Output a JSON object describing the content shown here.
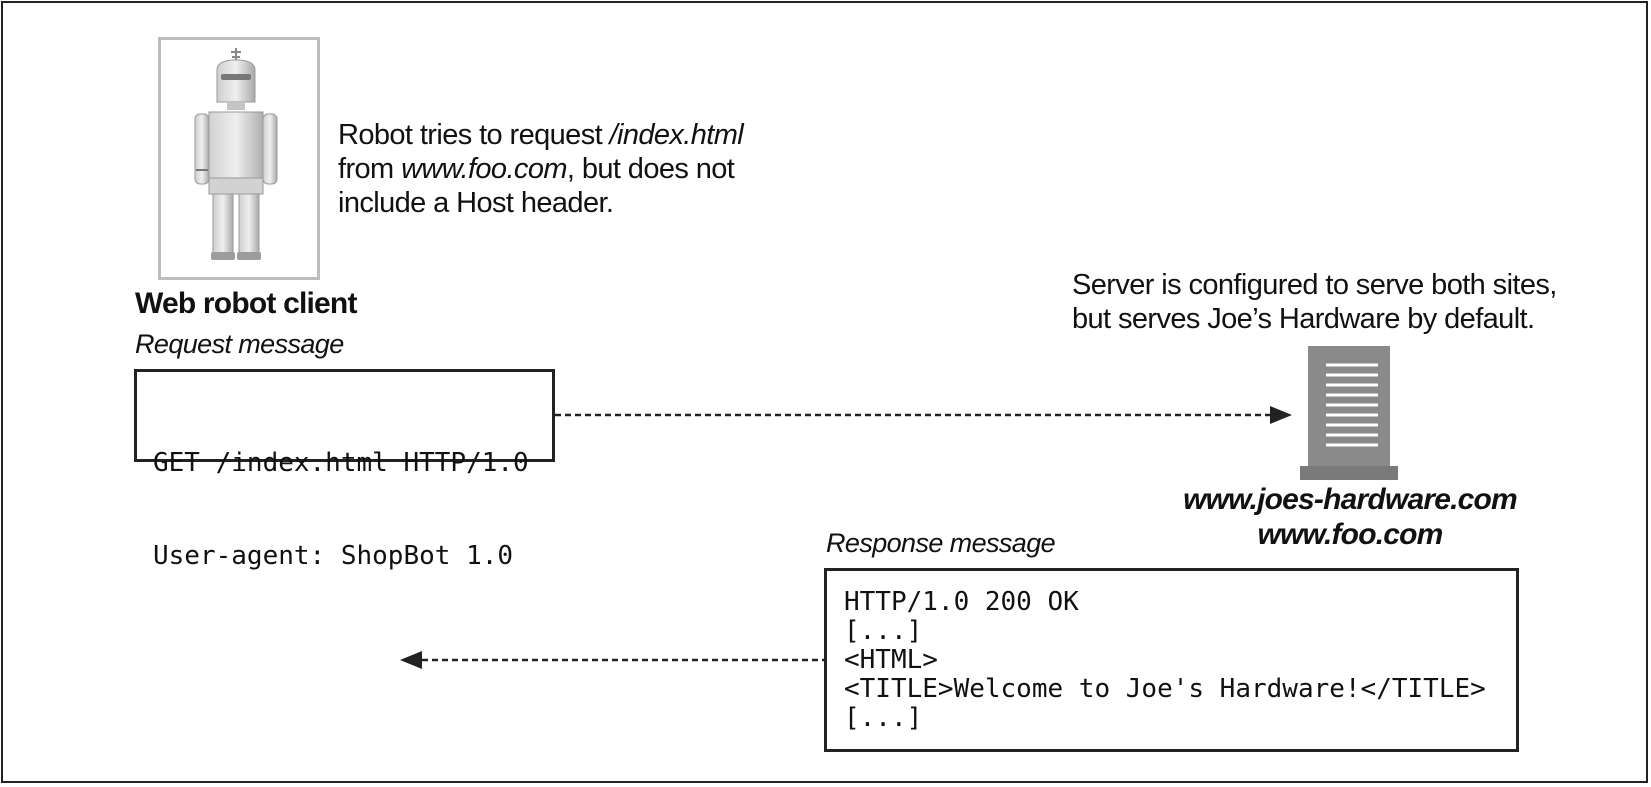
{
  "client": {
    "note_part1": "Robot tries to request ",
    "note_path": "/index.html",
    "note_part2": "from ",
    "note_host": "www.foo.com",
    "note_part3": ", but does not",
    "note_line3": "include a Host header.",
    "label": "Web robot client",
    "request_label": "Request message",
    "request_lines": [
      "GET /index.html HTTP/1.0",
      "User-agent: ShopBot 1.0"
    ]
  },
  "server": {
    "note_line1": "Server is configured to serve both sites,",
    "note_line2": "but serves Joe’s Hardware by default.",
    "hosts": [
      "www.joes-hardware.com",
      "www.foo.com"
    ]
  },
  "response": {
    "label": "Response message",
    "lines": [
      "HTTP/1.0 200 OK",
      "[...]",
      "<HTML>",
      "<TITLE>Welcome to Joe's Hardware!</TITLE>",
      "[...]"
    ]
  },
  "icons": [
    "robot-icon",
    "server-icon",
    "arrow-right-icon",
    "arrow-left-icon"
  ],
  "colors": {
    "line": "#222222",
    "robot_gray": "#bdbdbd",
    "server_gray": "#8a8a8a"
  }
}
